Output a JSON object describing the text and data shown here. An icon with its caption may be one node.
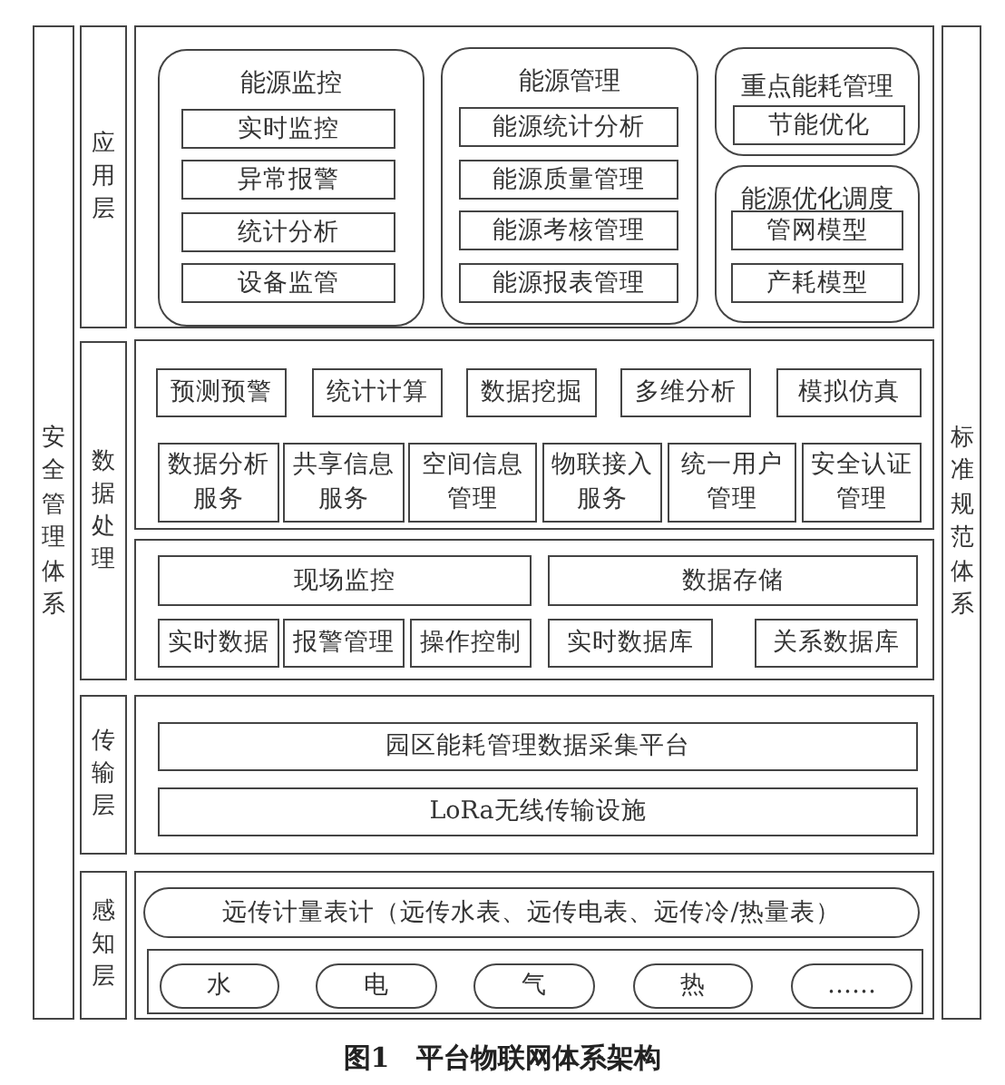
{
  "diagram": {
    "caption": "图1　平台物联网体系架构",
    "nodes": [
      {
        "text": [
          "安全管理体系"
        ]
      },
      {
        "text": [
          "标准规范体系"
        ]
      },
      {
        "text": [
          "应用层"
        ]
      },
      {
        "text": [],
        "shape": "box"
      },
      {
        "text": [
          "能源监控"
        ],
        "in": 3
      },
      {
        "text": [
          "实时监控"
        ],
        "in": 4
      },
      {
        "text": [
          "异常报警"
        ],
        "in": 4
      },
      {
        "text": [
          "统计分析"
        ],
        "in": 4
      },
      {
        "text": [
          "设备监管"
        ],
        "in": 4
      },
      {
        "text": [
          "能源管理"
        ],
        "in": 3
      },
      {
        "text": [
          "能源统计分析"
        ],
        "in": 9
      },
      {
        "text": [
          "能源质量管理"
        ],
        "in": 9
      },
      {
        "text": [
          "能源考核管理"
        ],
        "in": 9
      },
      {
        "text": [
          "能源报表管理"
        ],
        "in": 9
      },
      {
        "text": [
          "重点能耗管理"
        ],
        "in": 3
      },
      {
        "text": [
          "节能优化"
        ],
        "in": 14
      },
      {
        "text": [
          "能源优化调度"
        ],
        "in": 3
      },
      {
        "text": [
          "管网模型"
        ],
        "in": 16
      },
      {
        "text": [
          "产耗模型"
        ],
        "in": 16
      },
      {
        "text": [
          "数据处理"
        ]
      },
      {
        "text": [],
        "shape": "box"
      },
      {
        "text": [
          "预测预警"
        ],
        "in": 20
      },
      {
        "text": [
          "统计计算"
        ],
        "in": 20
      },
      {
        "text": [
          "数据挖掘"
        ],
        "in": 20
      },
      {
        "text": [
          "多维分析"
        ],
        "in": 20
      },
      {
        "text": [
          "模拟仿真"
        ],
        "in": 20
      },
      {
        "text": [
          "数据分析服务"
        ],
        "in": 20
      },
      {
        "text": [
          "共享信息服务"
        ],
        "in": 20
      },
      {
        "text": [
          "空间信息管理"
        ],
        "in": 20
      },
      {
        "text": [
          "物联接入服务"
        ],
        "in": 20
      },
      {
        "text": [
          "统一用户管理"
        ],
        "in": 20
      },
      {
        "text": [
          "安全认证管理"
        ],
        "in": 20
      },
      {
        "text": [],
        "shape": "box"
      },
      {
        "text": [
          "现场监控"
        ],
        "in": 32
      },
      {
        "text": [
          "数据存储"
        ],
        "in": 32
      },
      {
        "text": [
          "实时数据"
        ],
        "in": 32
      },
      {
        "text": [
          "报警管理"
        ],
        "in": 32
      },
      {
        "text": [
          "操作控制"
        ],
        "in": 32
      },
      {
        "text": [
          "实时数据库"
        ],
        "in": 32
      },
      {
        "text": [
          "关系数据库"
        ],
        "in": 32
      },
      {
        "text": [
          "传输层"
        ]
      },
      {
        "text": [],
        "shape": "box"
      },
      {
        "text": [
          "园区能耗管理数据采集平台"
        ],
        "in": 41
      },
      {
        "text": [
          "LoRa无线传输设施"
        ],
        "in": 41
      },
      {
        "text": [
          "感知层"
        ]
      },
      {
        "text": [],
        "shape": "box"
      },
      {
        "text": [
          "远传计量表计（远传水表、远传电表、远传冷/热量表）"
        ],
        "in": 45
      },
      {
        "text": [],
        "shape": "box",
        "in": 45
      },
      {
        "text": [
          "水"
        ],
        "in": 47
      },
      {
        "text": [
          "电"
        ],
        "in": 47
      },
      {
        "text": [
          "气"
        ],
        "in": 47
      },
      {
        "text": [
          "热"
        ],
        "in": 47
      },
      {
        "text": [
          "……"
        ],
        "in": 47
      }
    ]
  }
}
